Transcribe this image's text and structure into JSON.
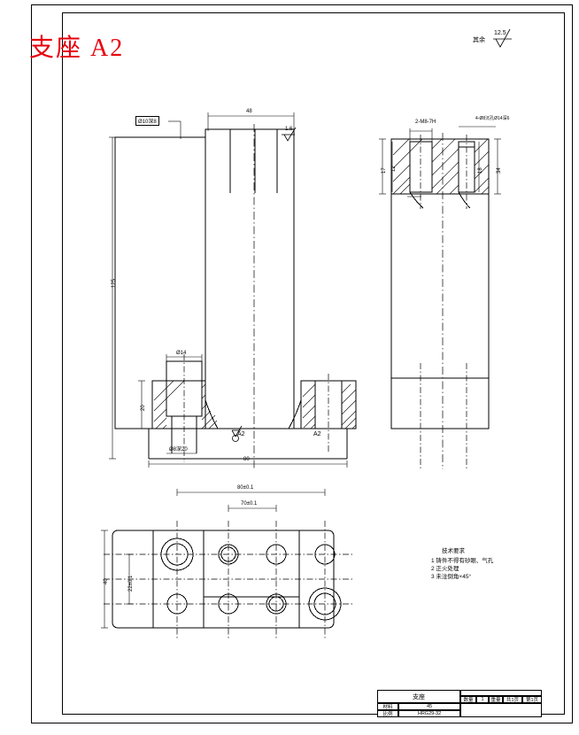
{
  "document": {
    "title": "支座 A2",
    "title_color": "#e8000d",
    "sheet_format": "A2",
    "part_name": "支座"
  },
  "global_surface_finish": {
    "prefix": "其余",
    "value": "12.5",
    "symbol": "surface-roughness-triangle"
  },
  "front_view": {
    "name": "front-view",
    "leader_label": "Ø10深8",
    "top_width_dim": "48",
    "local_finish": "1.6",
    "height_dim": "125",
    "counterbore_dim": "Ø14",
    "foot_height_dim": "20",
    "bottom_hole_dim": "Ø8深20",
    "overall_width_dim": "80",
    "section_marks": [
      "A",
      "A2",
      "A2"
    ]
  },
  "section_view": {
    "name": "right-section-view",
    "thread_callout": "2-M8-7H",
    "right_callout": "4-Ø8沉孔Ø14深6",
    "dims": [
      "17",
      "12",
      "18",
      "34"
    ]
  },
  "plan_view": {
    "name": "plan-view",
    "width_dim": "80±0.1",
    "inner_dim": "70±0.1",
    "vert_inner_dim": "22±0.1",
    "height_dim": "40",
    "hole_count": 8
  },
  "technical_notes": {
    "heading": "技术要求",
    "items": [
      "1  铸件不得有砂眼、气孔",
      "2  正火处理",
      "3  未注倒角×45°"
    ]
  },
  "title_block": {
    "part_name": "支座",
    "material_label": "材料",
    "material_value": "45",
    "scale_label": "比例",
    "scale_value": "HRG29-32",
    "columns": [
      "数量",
      "1",
      "重量",
      "共1页",
      "第1页"
    ]
  },
  "colors": {
    "line": "#000000",
    "title_red": "#e8000d",
    "background": "#ffffff"
  }
}
